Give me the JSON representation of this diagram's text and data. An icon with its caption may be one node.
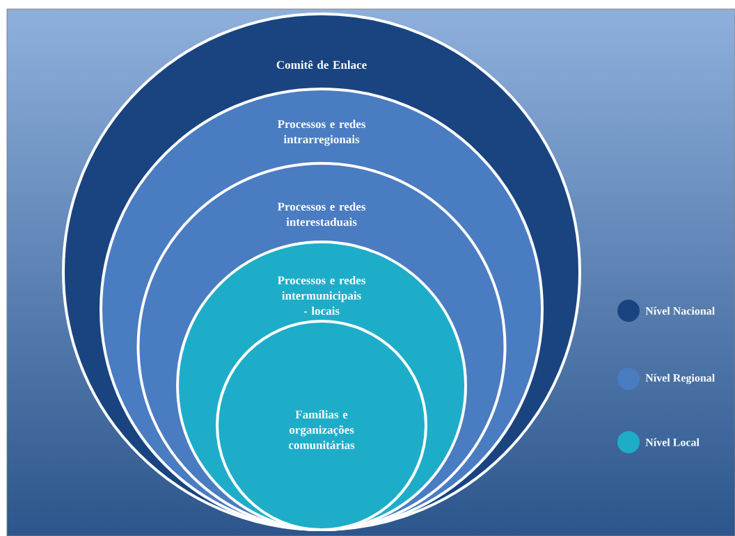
{
  "diagram": {
    "nodes": [
      {
        "text": [
          "Comitê de Enlace"
        ]
      },
      {
        "text": [
          "Processos e redes intrarregionais"
        ],
        "in": 0
      },
      {
        "text": [
          "Processos e redes interestaduais"
        ],
        "in": 1
      },
      {
        "text": [
          "Processos e redes intermunicipais - locais"
        ],
        "in": 2
      },
      {
        "text": [
          "Famílias e organizações comunitárias"
        ],
        "in": 3
      }
    ],
    "legend": [
      {
        "text": "Nível Nacional",
        "color": "#1a4480"
      },
      {
        "text": "Nível Regional",
        "color": "#4a7cc2"
      },
      {
        "text": "Nível Local",
        "color": "#1eadc9"
      }
    ]
  }
}
